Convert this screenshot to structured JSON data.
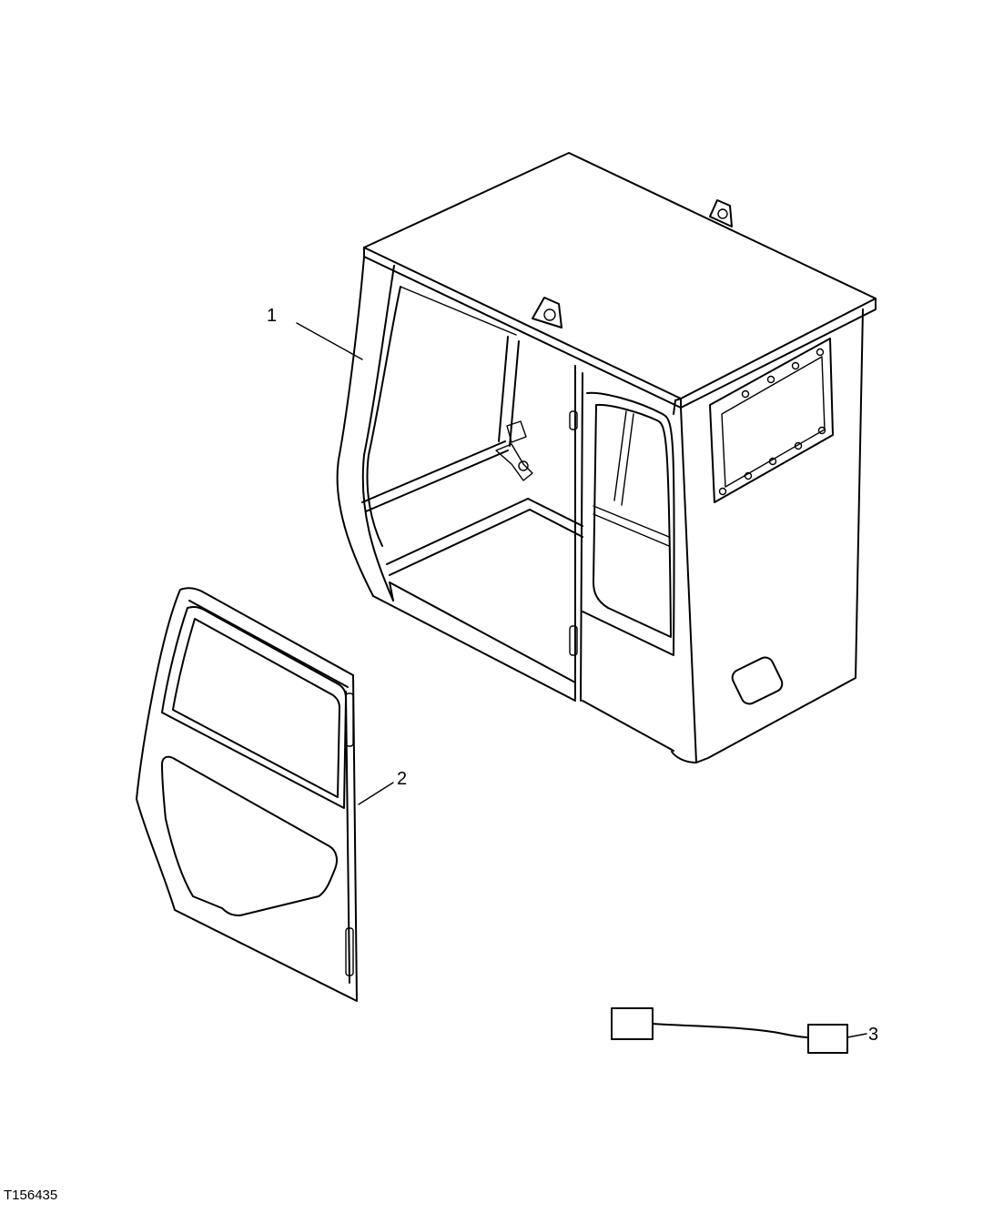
{
  "diagram": {
    "figure_id": "T156435",
    "callouts": [
      {
        "label": "1",
        "part": "cab"
      },
      {
        "label": "2",
        "part": "door"
      },
      {
        "label": "3",
        "part": "wiring harness"
      }
    ],
    "line_color": "#000000",
    "background": "#ffffff"
  }
}
